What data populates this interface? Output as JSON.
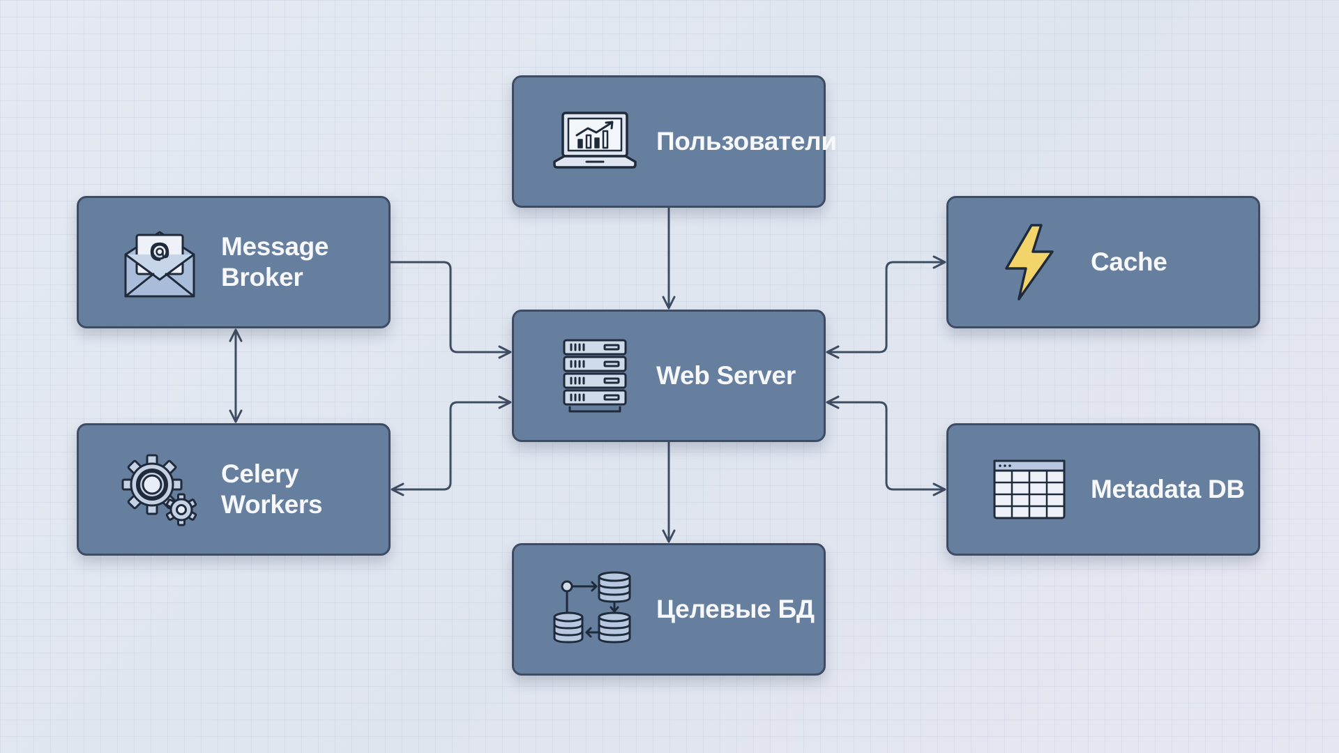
{
  "colors": {
    "node_fill": "#677f9f",
    "node_border": "#3d4c63",
    "node_text": "#f6f8fb",
    "icon_stroke": "#1f2a3a",
    "icon_fill": "#cfdaeb",
    "bolt_fill": "#f2d46b",
    "connector": "#3f4d63"
  },
  "nodes": {
    "users": {
      "lines": [
        "Пользователи"
      ],
      "icon": "laptop-chart-icon"
    },
    "broker": {
      "lines": [
        "Message",
        "Broker"
      ],
      "icon": "envelope-at-icon"
    },
    "cache": {
      "lines": [
        "Cache"
      ],
      "icon": "lightning-bolt-icon"
    },
    "web": {
      "lines": [
        "Web Server"
      ],
      "icon": "server-rack-icon"
    },
    "celery": {
      "lines": [
        "Celery",
        "Workers"
      ],
      "icon": "gears-icon"
    },
    "meta": {
      "lines": [
        "Metadata DB"
      ],
      "icon": "table-grid-icon"
    },
    "target": {
      "lines": [
        "Целевые БД"
      ],
      "icon": "database-cluster-icon"
    }
  },
  "edges": [
    {
      "from": "Пользователи",
      "to": "Web Server",
      "direction": "forward"
    },
    {
      "from": "Message Broker",
      "to": "Web Server",
      "direction": "forward"
    },
    {
      "from": "Web Server",
      "to": "Celery Workers",
      "direction": "both"
    },
    {
      "from": "Message Broker",
      "to": "Celery Workers",
      "direction": "both"
    },
    {
      "from": "Web Server",
      "to": "Cache",
      "direction": "both"
    },
    {
      "from": "Web Server",
      "to": "Metadata DB",
      "direction": "both"
    },
    {
      "from": "Web Server",
      "to": "Целевые БД",
      "direction": "forward"
    }
  ]
}
